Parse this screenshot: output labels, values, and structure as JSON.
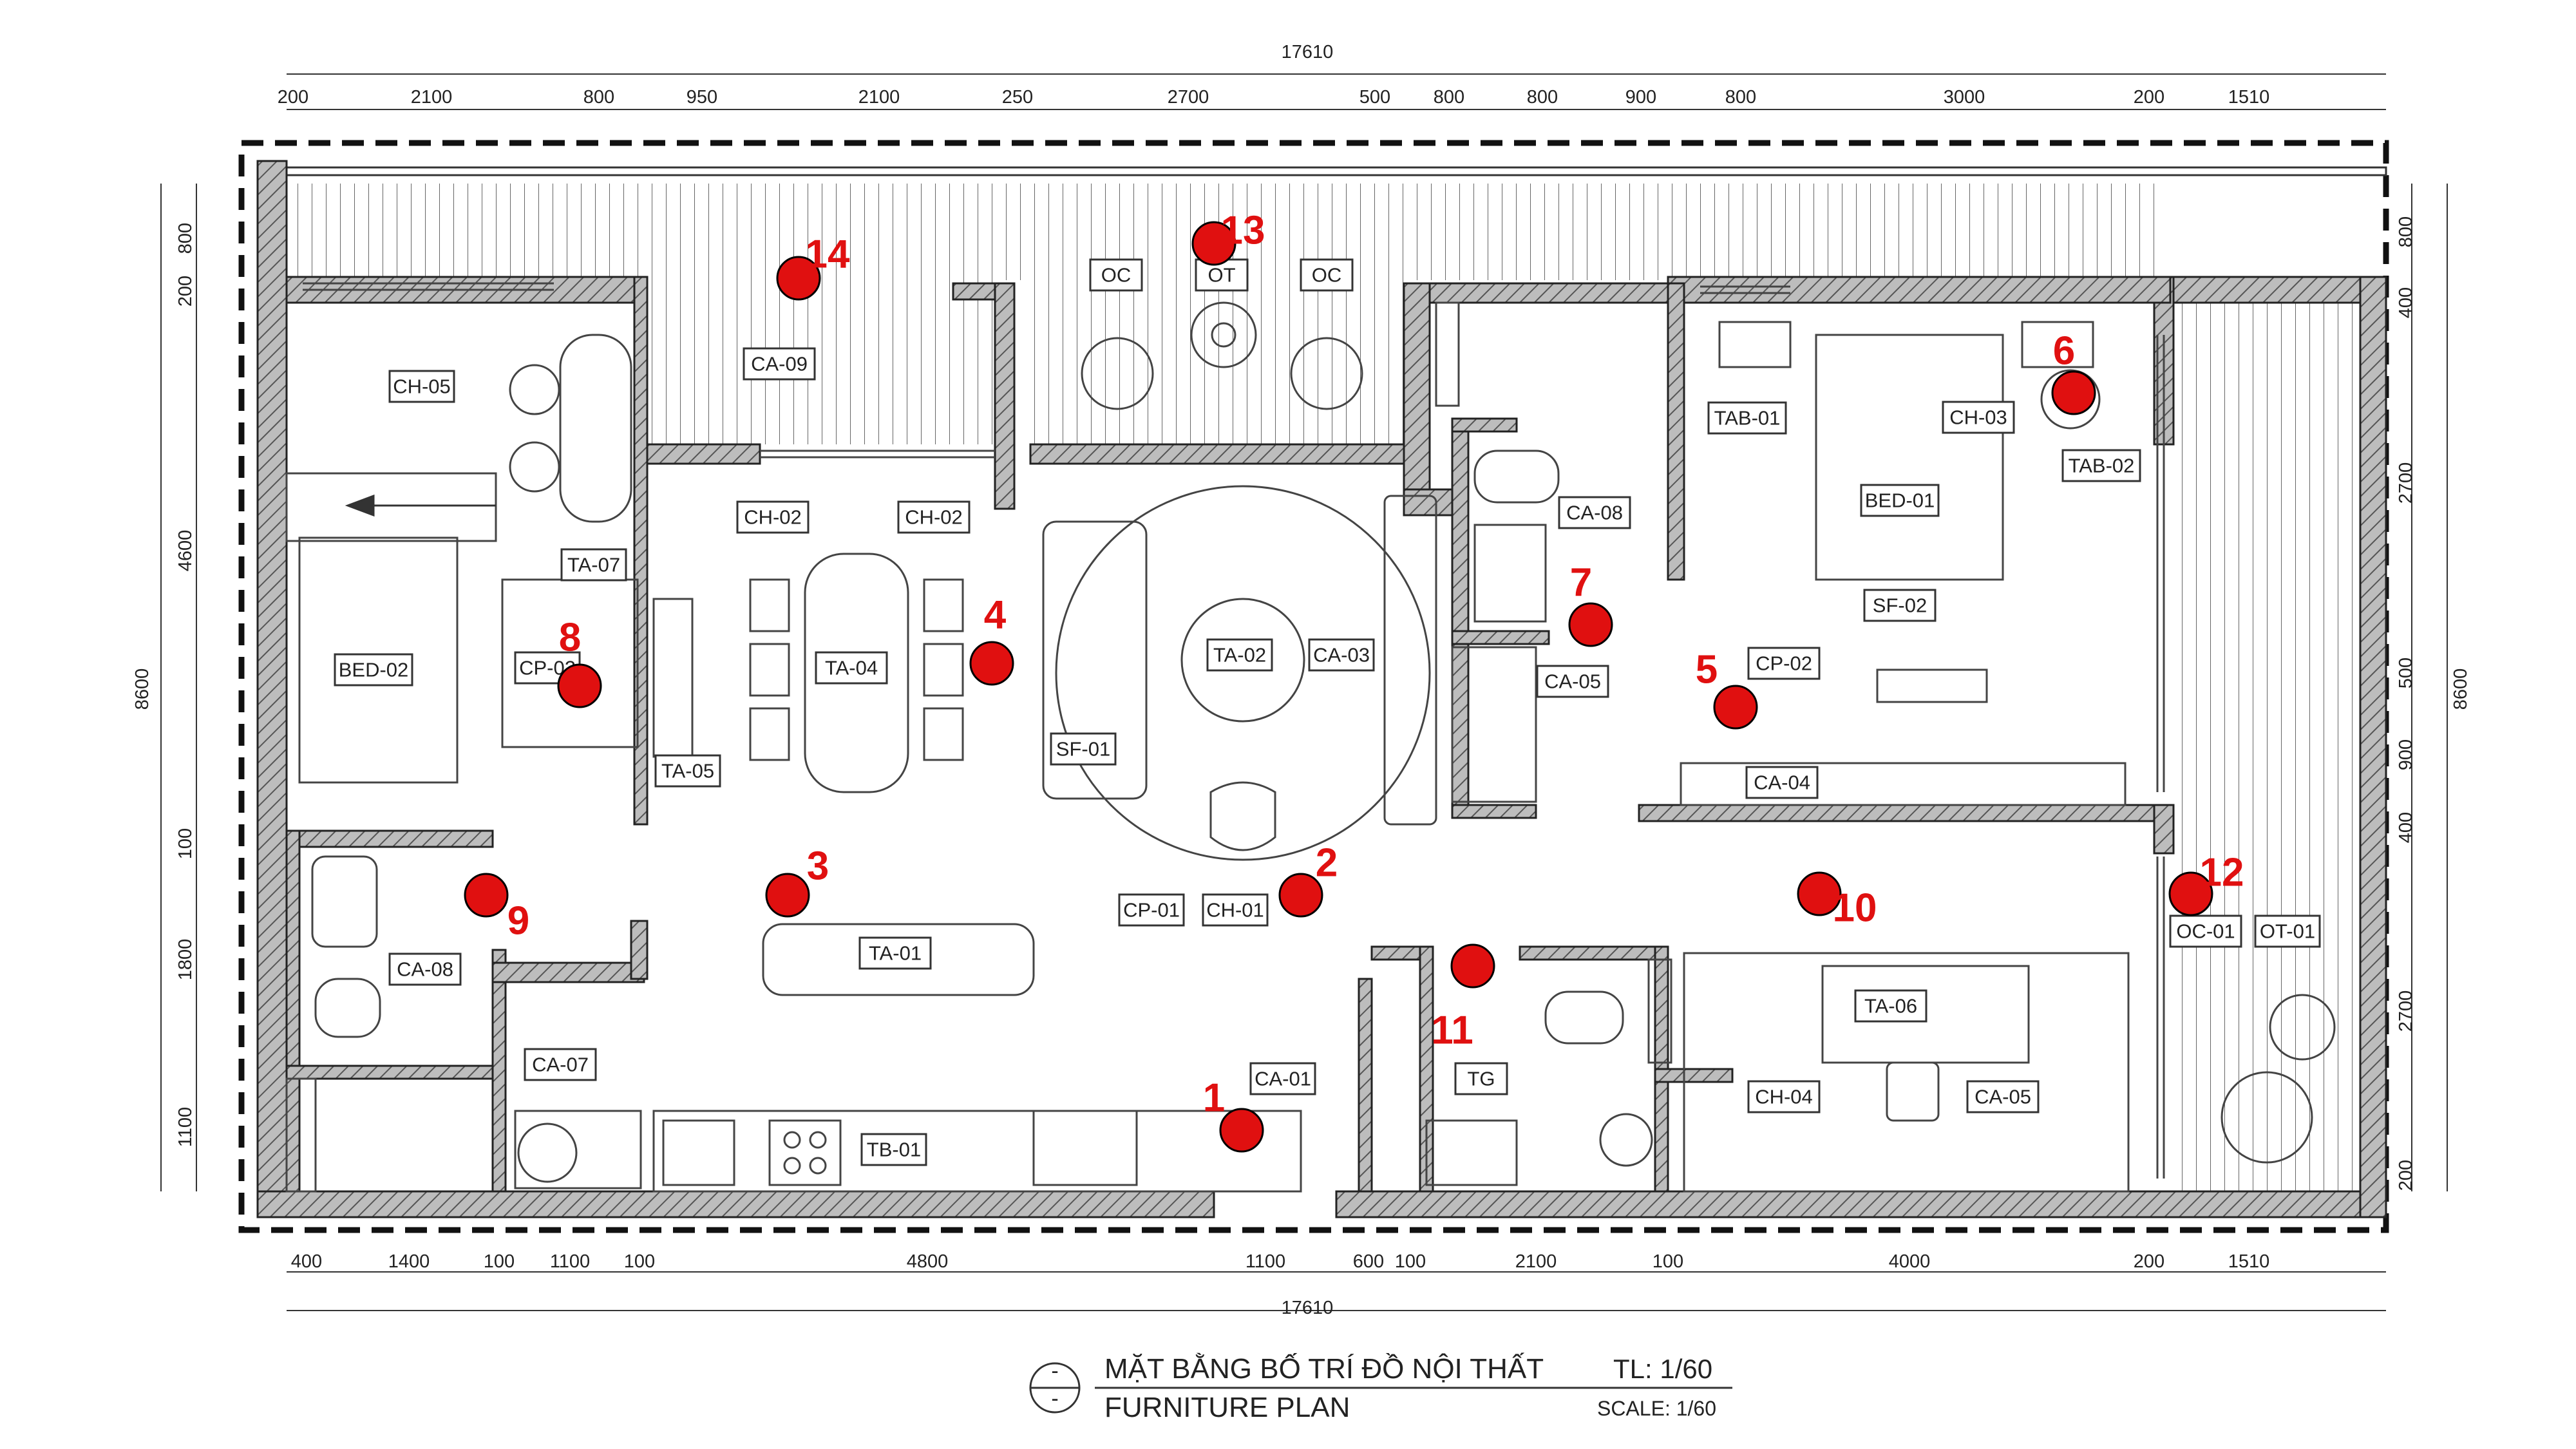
{
  "drawing": {
    "title_vn": "MẶT BẰNG BỐ TRÍ ĐỒ NỘI THẤT",
    "title_en": "FURNITURE PLAN",
    "symbol": "-",
    "scale_vn": "TL: 1/60",
    "scale_en": "SCALE: 1/60"
  },
  "dimensions": {
    "top_total": "17610",
    "top": [
      "200",
      "2100",
      "800",
      "950",
      "2100",
      "250",
      "2700",
      "500",
      "800",
      "800",
      "900",
      "800",
      "3000",
      "200",
      "1510"
    ],
    "bottom_total": "17610",
    "bottom": [
      "400",
      "1400",
      "100",
      "1100",
      "100",
      "4800",
      "1100",
      "600",
      "100",
      "2100",
      "100",
      "4000",
      "200",
      "1510"
    ],
    "left_total": "8600",
    "left": [
      "800",
      "200",
      "4600",
      "100",
      "1800",
      "1100"
    ],
    "right_total": "8600",
    "right": [
      "800",
      "400",
      "2700",
      "500",
      "900",
      "400",
      "2700",
      "200"
    ]
  },
  "tags": {
    "ch05": "CH-05",
    "ca09": "CA-09",
    "oc_l": "OC",
    "ot": "OT",
    "oc_r": "OC",
    "ta07": "TA-07",
    "ch02_l": "CH-02",
    "ch02_r": "CH-02",
    "bed02": "BED-02",
    "cp02_l": "CP-02",
    "ta04": "TA-04",
    "ta05": "TA-05",
    "ta02": "TA-02",
    "ca03": "CA-03",
    "sf01": "SF-01",
    "cp01": "CP-01",
    "ch01": "CH-01",
    "ca08_top": "CA-08",
    "ca05_top": "CA-05",
    "tab01": "TAB-01",
    "ch03": "CH-03",
    "tab02": "TAB-02",
    "bed01": "BED-01",
    "sf02": "SF-02",
    "cp02_r": "CP-02",
    "ca04": "CA-04",
    "ca08_bot": "CA-08",
    "ca07": "CA-07",
    "ta01": "TA-01",
    "tb01": "TB-01",
    "ca01": "CA-01",
    "tg": "TG",
    "ta06": "TA-06",
    "ch04": "CH-04",
    "ca05_bot": "CA-05",
    "oc01": "OC-01",
    "ot01": "OT-01"
  },
  "markers": [
    "1",
    "2",
    "3",
    "4",
    "5",
    "6",
    "7",
    "8",
    "9",
    "10",
    "11",
    "12",
    "13",
    "14"
  ],
  "colors": {
    "marker": "#e01010",
    "wall": "#7d7d7d",
    "line": "#333333"
  }
}
